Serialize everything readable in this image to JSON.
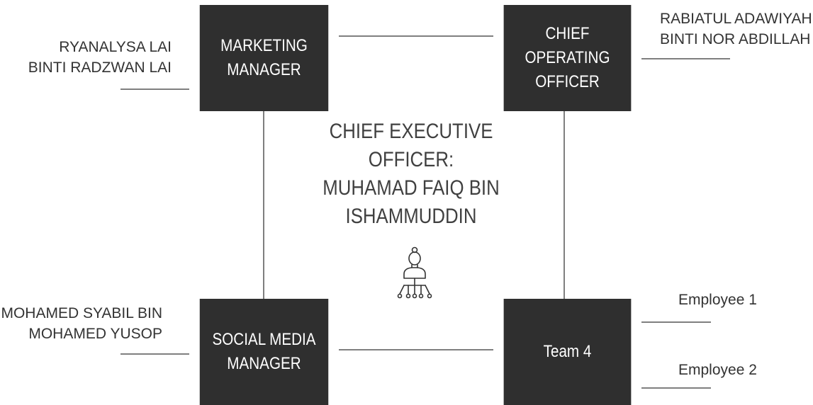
{
  "center": {
    "title": "CHIEF EXECUTIVE\nOFFICER:\nMUHAMAD FAIQ BIN\nISHAMMUDDIN",
    "icon": "leader-network-icon"
  },
  "boxes": {
    "marketing": "MARKETING\nMANAGER",
    "coo": "CHIEF\nOPERATING\nOFFICER",
    "social": "SOCIAL MEDIA\nMANAGER",
    "team": "Team 4"
  },
  "people": {
    "marketing": "RYANALYSA LAI\nBINTI RADZWAN LAI",
    "coo": "RABIATUL ADAWIYAH\nBINTI NOR ABDILLAH",
    "social": "MOHAMED SYABIL BIN\nMOHAMED YUSOP",
    "employee1": "Employee 1",
    "employee2": "Employee 2"
  },
  "colors": {
    "box": "#2f2f2f",
    "line": "#555555",
    "text": "#333333"
  }
}
